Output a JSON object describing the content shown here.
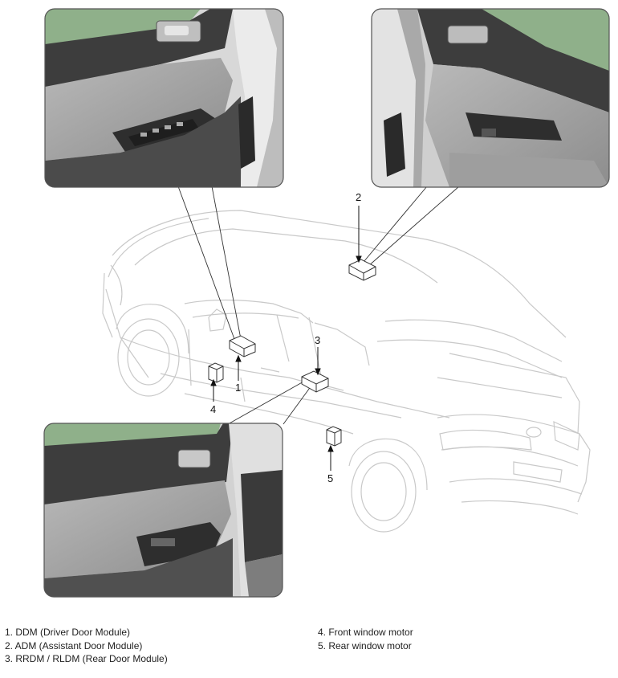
{
  "callouts": {
    "n1": "1",
    "n2": "2",
    "n3": "3",
    "n4": "4",
    "n5": "5"
  },
  "legend": {
    "left": [
      "1. DDM (Driver Door Module)",
      "2. ADM (Assistant Door Module)",
      "3. RRDM / RLDM (Rear Door Module)"
    ],
    "right": [
      "4. Front window motor",
      "5. Rear window motor"
    ]
  },
  "colors": {
    "line": "#c9c9c9",
    "box_stroke": "#333333",
    "inset_border": "#555555",
    "door_gray": "#9a9a9a",
    "door_dark": "#3a3a3a",
    "outdoor_green": "#8fb08a"
  }
}
